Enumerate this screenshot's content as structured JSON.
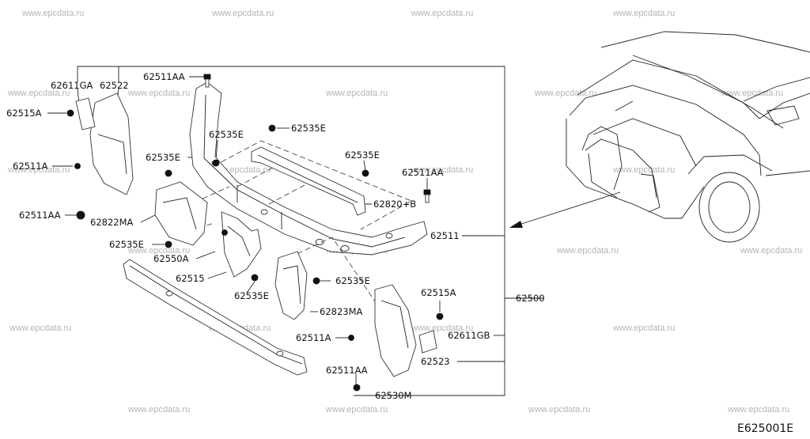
{
  "watermark": "www.epcdata.ru",
  "diagram_code": "E625001E",
  "part_labels": {
    "p62611GA": "62611GA",
    "p62522": "62522",
    "p62511AA_top": "62511AA",
    "p62515A_left": "62515A",
    "p62535E_1": "62535E",
    "p62535E_2": "62535E",
    "p62535E_3": "62535E",
    "p62535E_4": "62535E",
    "p62511A_left": "62511A",
    "p62511AA_right": "62511AA",
    "p62511AA_left": "62511AA",
    "p62822MA": "62822MA",
    "p62820B": "62820+B",
    "p62511": "62511",
    "p62535E_5": "62535E",
    "p62550A": "62550A",
    "p62515": "62515",
    "p62535E_6": "62535E",
    "p62535E_7": "62535E",
    "p62823MA": "62823MA",
    "p62515A_right": "62515A",
    "p62500": "62500",
    "p62511A_right": "62511A",
    "p62611GB": "62611GB",
    "p62523": "62523",
    "p62511AA_bottom": "62511AA",
    "p62530M": "62530M"
  }
}
